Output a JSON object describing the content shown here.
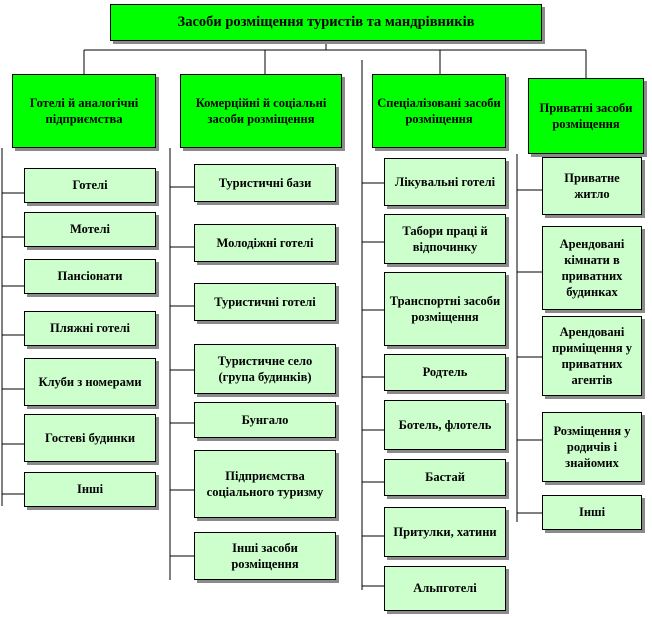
{
  "title": "Засоби розміщення туристів та мандрівників",
  "columns": [
    {
      "header": "Готелі й аналогічні підприємства",
      "items": [
        "Готелі",
        "Мотелі",
        "Пансіонати",
        "Пляжні готелі",
        "Клуби з номерами",
        "Гостеві будинки",
        "Інші"
      ]
    },
    {
      "header": "Комерційні й соціальні засоби розміщення",
      "items": [
        "Туристичні бази",
        "Молодіжні готелі",
        "Туристичні готелі",
        "Туристичне село (група будинків)",
        "Бунгало",
        "Підприємства соціального туризму",
        "Інші засоби розміщення"
      ]
    },
    {
      "header": "Спеціалізовані засоби розміщення",
      "items": [
        "Лікувальні готелі",
        "Табори праці й відпочинку",
        "Транспортні засоби розміщення",
        "Родтель",
        "Ботель, флотель",
        "Бастай",
        "Притулки, хатини",
        "Альпготелі"
      ]
    },
    {
      "header": "Приватні засоби розміщення",
      "items": [
        "Приватне житло",
        "Арендовані кімнати в приватних будинках",
        "Арендовані приміщення у приватних агентів",
        "Розміщення у родичів і знайомих",
        "Інші"
      ]
    }
  ]
}
